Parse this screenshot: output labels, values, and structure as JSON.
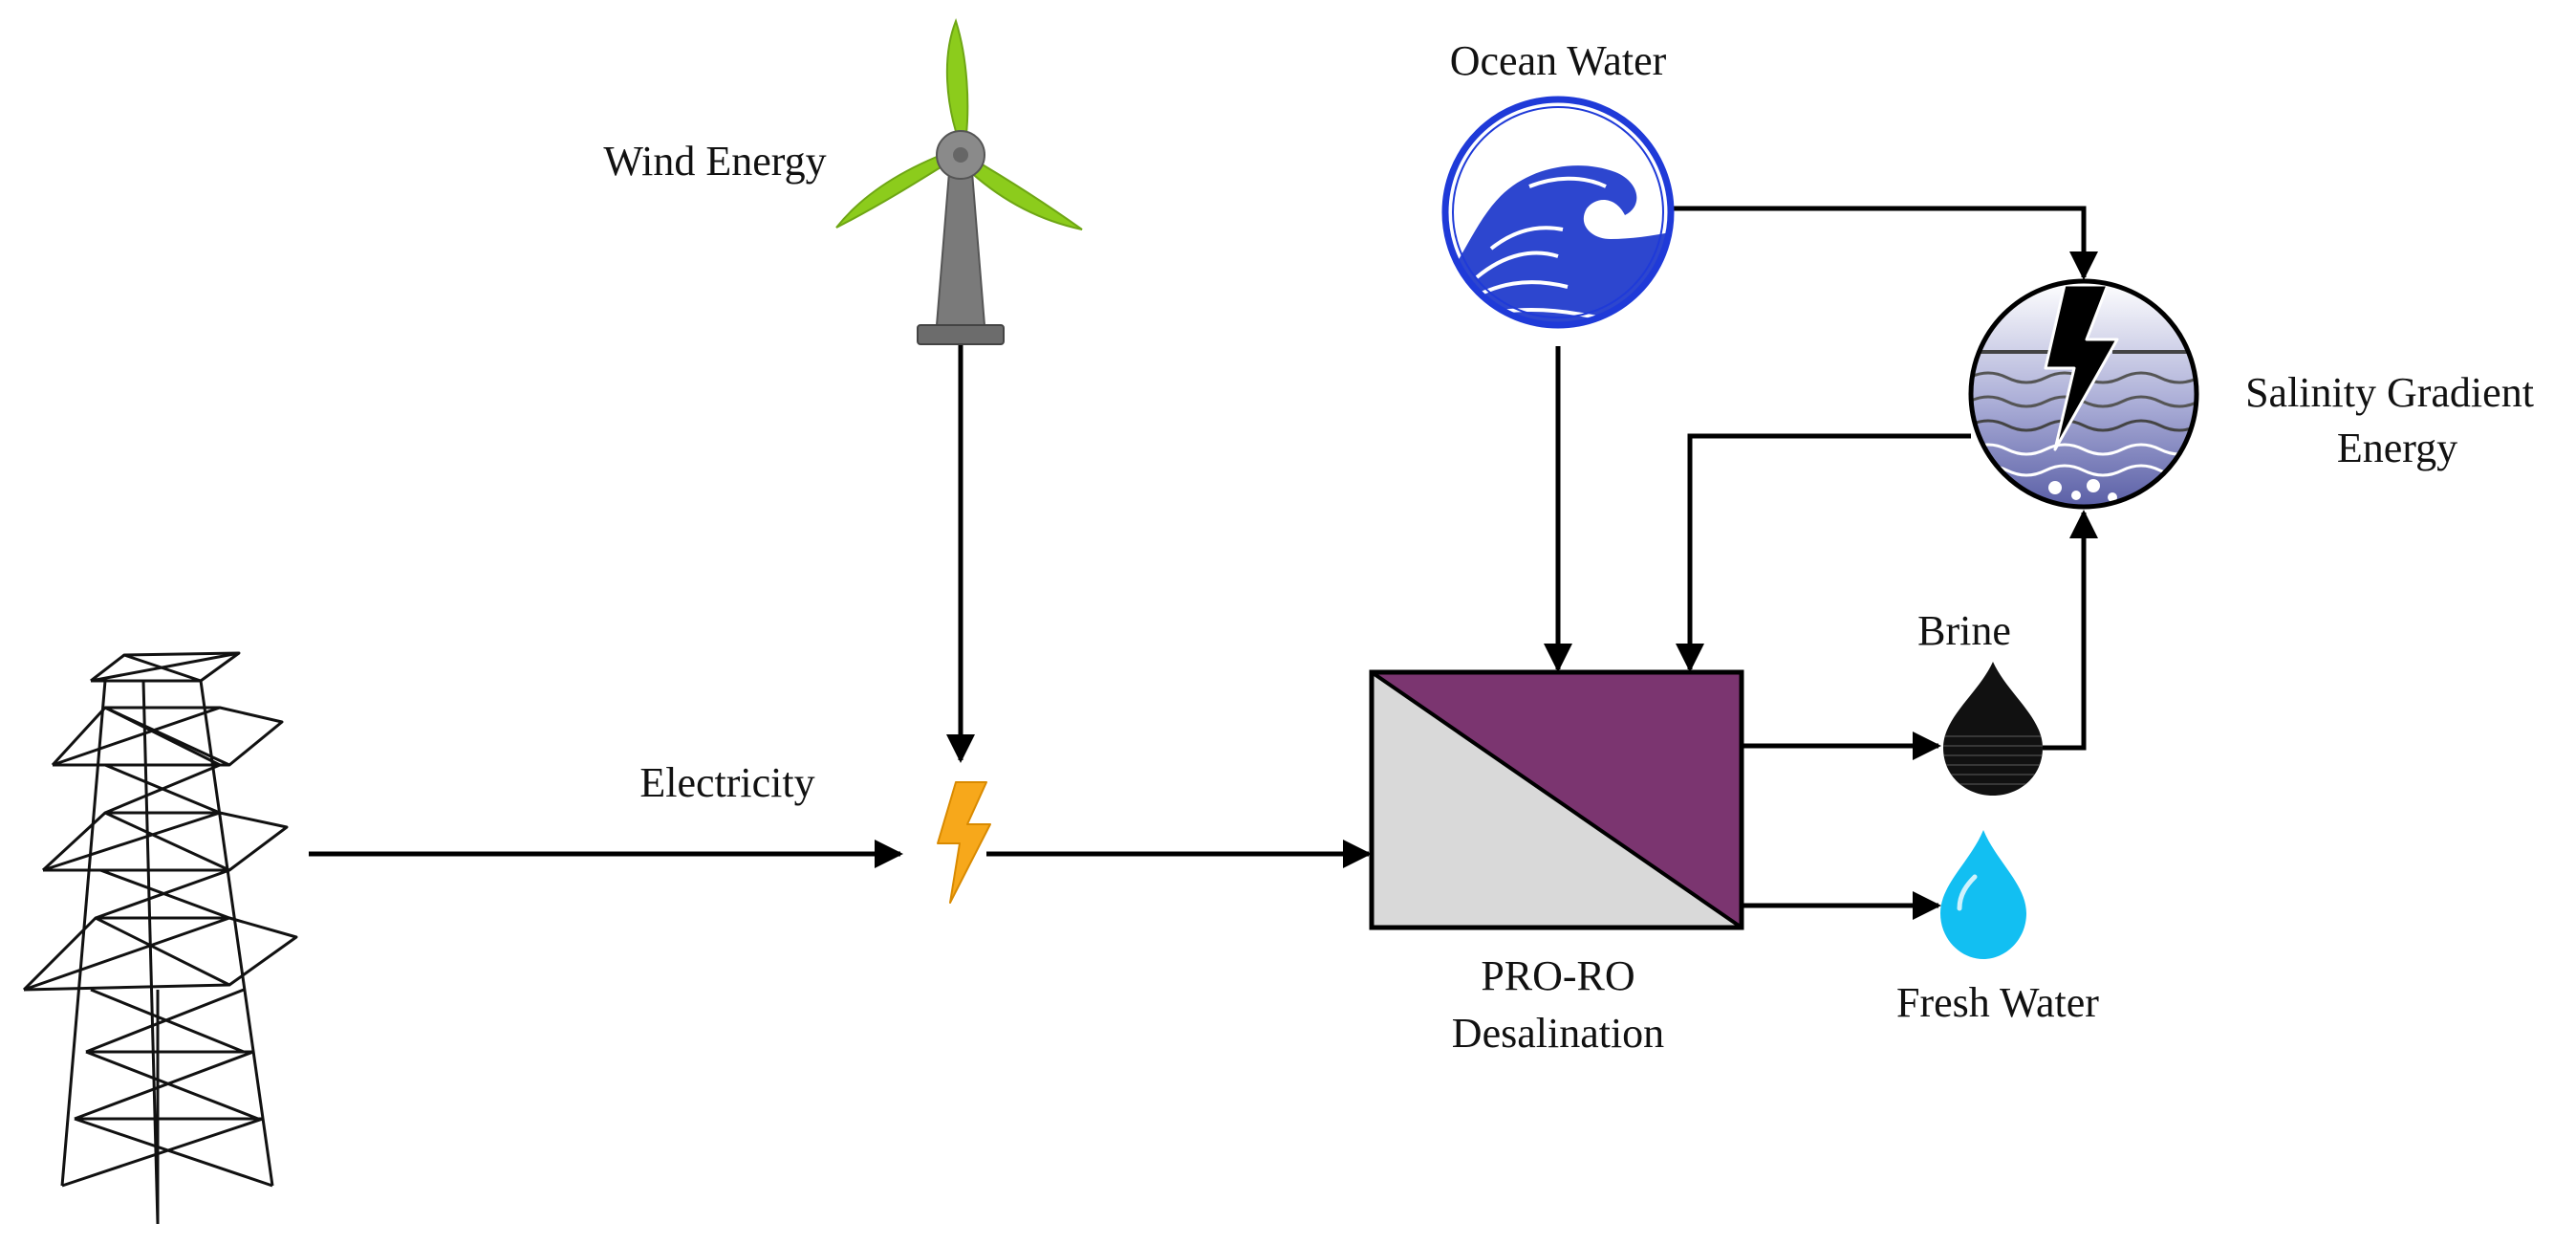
{
  "labels": {
    "wind": "Wind Energy",
    "ocean": "Ocean Water",
    "salinity_line1": "Salinity Gradient",
    "salinity_line2": "Energy",
    "electricity": "Electricity",
    "brine": "Brine",
    "fresh": "Fresh Water",
    "desal_line1": "PRO-RO",
    "desal_line2": "Desalination"
  },
  "colors": {
    "line": "#000000",
    "turbine_blade": "#8ccc1c",
    "turbine_tower": "#7a7a7a",
    "lightning": "#f7a81b",
    "ocean_ring": "#1f3ad8",
    "wave": "#2d46cf",
    "membrane_top": "#7b3570",
    "membrane_bottom": "#d9d9d9",
    "salinity_fill": "#8f93c8",
    "brine_drop": "#111111",
    "fresh_drop": "#12bff2"
  },
  "icons": [
    "transmission-tower-icon",
    "wind-turbine-icon",
    "lightning-icon",
    "ocean-wave-icon",
    "salinity-gradient-icon",
    "brine-drop-icon",
    "fresh-water-drop-icon"
  ]
}
